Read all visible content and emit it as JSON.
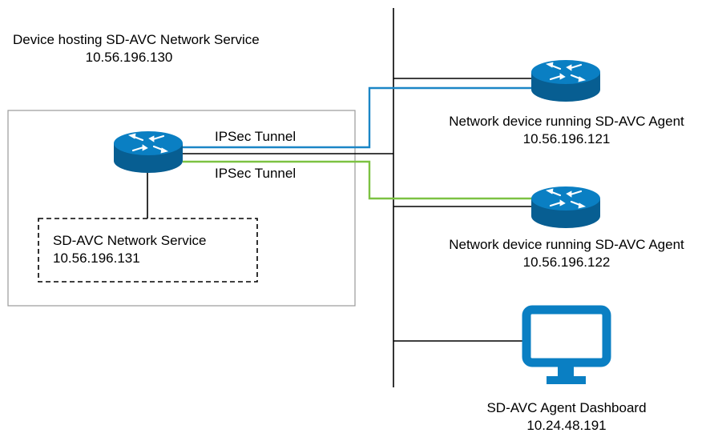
{
  "host": {
    "title": "Device hosting SD-AVC Network Service",
    "ip": "10.56.196.130"
  },
  "service": {
    "title": "SD-AVC Network Service",
    "ip": "10.56.196.131"
  },
  "tunnels": [
    {
      "label": "IPSec Tunnel",
      "color": "#1b86c6"
    },
    {
      "label": "IPSec Tunnel",
      "color": "#7cc242"
    }
  ],
  "agents": [
    {
      "title": "Network device running SD-AVC Agent",
      "ip": "10.56.196.121"
    },
    {
      "title": "Network device running SD-AVC Agent",
      "ip": "10.56.196.122"
    }
  ],
  "dashboard": {
    "title": "SD-AVC Agent Dashboard",
    "ip": "10.24.48.191"
  },
  "colors": {
    "device_blue": "#0a7fc3",
    "device_dark": "#075e92",
    "line": "#000000",
    "box_border": "#9a9a9a"
  },
  "icons": [
    "router-icon",
    "router-icon",
    "router-icon",
    "monitor-icon"
  ]
}
